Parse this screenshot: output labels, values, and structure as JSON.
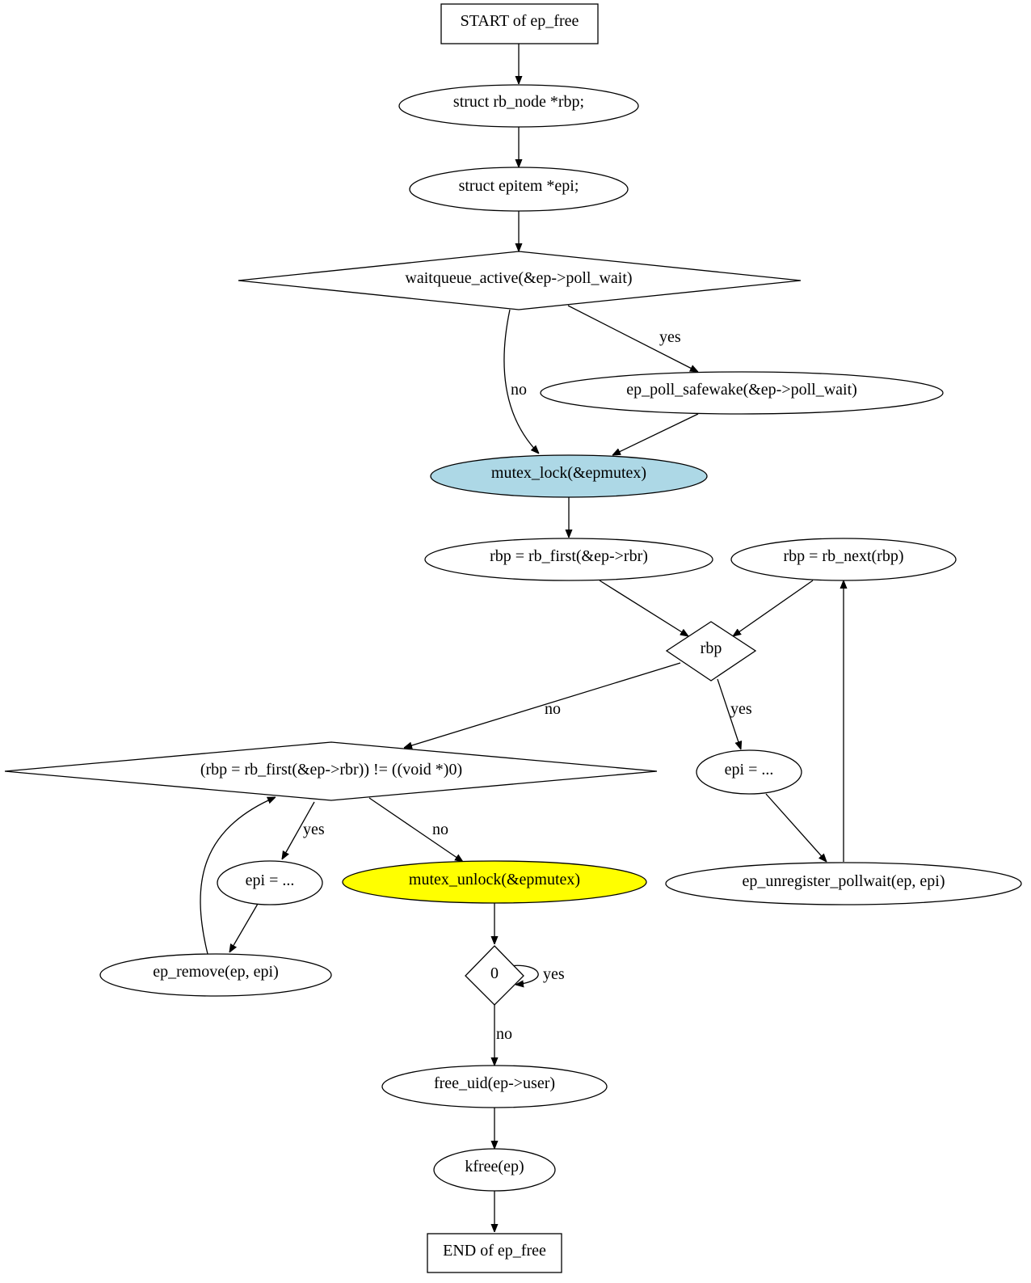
{
  "colors": {
    "background": "#ffffff",
    "stroke": "#000000",
    "default_fill": "#ffffff",
    "highlight_lock": "#add8e6",
    "highlight_unlock": "#ffff00"
  },
  "nodes": {
    "start": "START of ep_free",
    "rbp_decl": "struct rb_node *rbp;",
    "epi_decl": "struct epitem *epi;",
    "waitqueue_check": "waitqueue_active(&ep->poll_wait)",
    "poll_safewake": "ep_poll_safewake(&ep->poll_wait)",
    "mutex_lock": "mutex_lock(&epmutex)",
    "rb_first": "rbp = rb_first(&ep->rbr)",
    "rb_next": "rbp = rb_next(rbp)",
    "rbp_check": "rbp",
    "rb_first_loop_check": "(rbp = rb_first(&ep->rbr)) != ((void *)0)",
    "epi_assign_right": "epi = ...",
    "unregister_pollwait": "ep_unregister_pollwait(ep, epi)",
    "epi_assign_left": "epi = ...",
    "ep_remove": "ep_remove(ep, epi)",
    "mutex_unlock": "mutex_unlock(&epmutex)",
    "zero_check": "0",
    "free_uid": "free_uid(ep->user)",
    "kfree": "kfree(ep)",
    "end": "END of ep_free"
  },
  "edge_labels": {
    "waitqueue_yes": "yes",
    "waitqueue_no": "no",
    "rbp_yes": "yes",
    "rbp_no": "no",
    "loop_yes": "yes",
    "loop_no": "no",
    "zero_yes": "yes",
    "zero_no": "no"
  }
}
